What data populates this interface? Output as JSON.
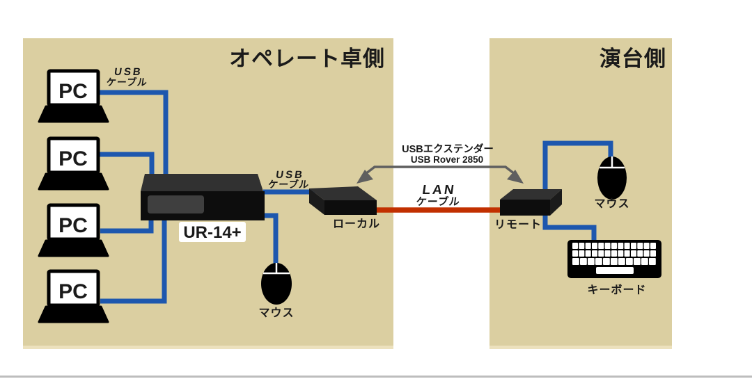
{
  "diagram": {
    "left_panel": {
      "title": "オペレート卓側"
    },
    "right_panel": {
      "title": "演台側"
    },
    "pcs": [
      {
        "label": "PC"
      },
      {
        "label": "PC"
      },
      {
        "label": "PC"
      },
      {
        "label": "PC"
      }
    ],
    "switch": {
      "model": "UR-14+"
    },
    "extenders": {
      "note_line1": "USBエクステンダー",
      "note_line2": "USB Rover 2850",
      "local_label": "ローカル",
      "remote_label": "リモート"
    },
    "cables": {
      "usb_top": {
        "line1": "USB",
        "line2": "ケーブル"
      },
      "usb_mid": {
        "line1": "USB",
        "line2": "ケーブル"
      },
      "lan": {
        "line1": "LAN",
        "line2": "ケーブル"
      }
    },
    "peripherals": {
      "mouse_operator": "マウス",
      "mouse_podium": "マウス",
      "keyboard": "キーボード"
    }
  },
  "colors": {
    "panel_bg": "#dbcfa1",
    "panel_bg_edge": "#ece1bd",
    "cable_blue": "#1d57ae",
    "lan_line_red": "#c23000",
    "lan_text_red": "#cf3a12",
    "arrow_gray": "#5f5f5f",
    "device_front": "#0d0d0d",
    "device_top": "#313131",
    "device_side": "#1b1b1b",
    "bottom_rule": "#bdbdbd"
  }
}
